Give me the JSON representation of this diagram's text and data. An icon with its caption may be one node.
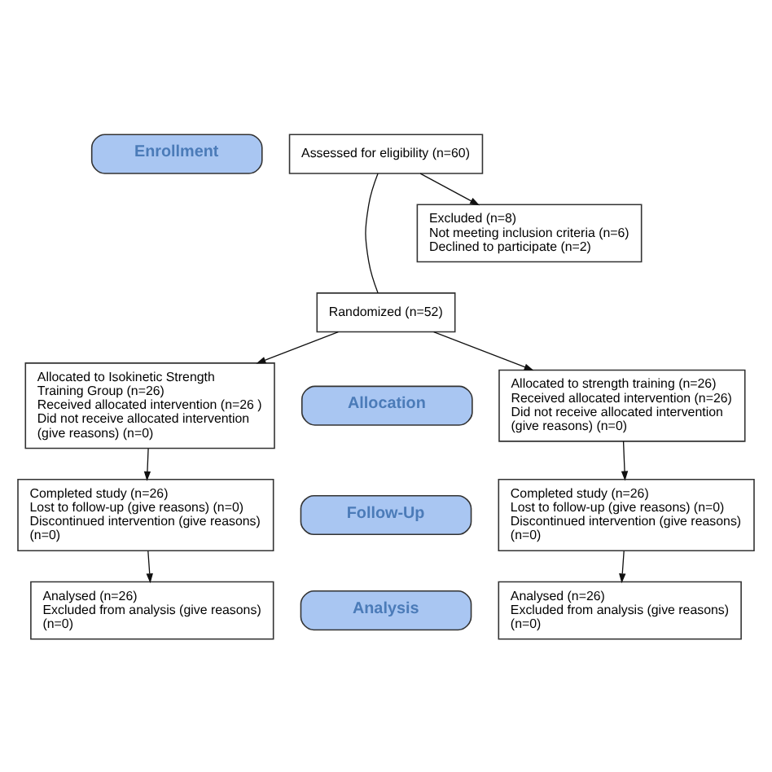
{
  "diagram": {
    "nodes": [
      {
        "text": [
          "Enrollment"
        ]
      },
      {
        "text": [
          "Assessed for eligibility (n=60)"
        ]
      },
      {
        "text": [
          "Excluded (n=8)",
          "Not meeting inclusion criteria (n=6)",
          "Declined to participate (n=2)"
        ]
      },
      {
        "text": [
          "Randomized (n=52)"
        ]
      },
      {
        "text": [
          "Allocation"
        ]
      },
      {
        "text": [
          "Allocated to Isokinetic Strength Training Group (n=26)",
          "Received allocated intervention (n=26 )",
          "Did not receive allocated intervention (give reasons) (n=0)"
        ]
      },
      {
        "text": [
          "Allocated to strength training (n=26)",
          "Received allocated intervention (n=26)",
          "Did not receive allocated intervention (give reasons) (n=0)"
        ]
      },
      {
        "text": [
          "Follow-Up"
        ]
      },
      {
        "text": [
          "Completed study (n=26)",
          "Lost to follow-up (give reasons) (n=0)",
          "Discontinued intervention (give reasons) (n=0)"
        ]
      },
      {
        "text": [
          "Completed study (n=26)",
          "Lost to follow-up (give reasons) (n=0)",
          "Discontinued intervention (give reasons) (n=0)"
        ]
      },
      {
        "text": [
          "Analysis"
        ]
      },
      {
        "text": [
          "Analysed (n=26)",
          "Excluded from analysis (give reasons) (n=0)"
        ]
      },
      {
        "text": [
          "Analysed (n=26)",
          "Excluded from analysis (give reasons) (n=0)"
        ]
      }
    ],
    "edges": [
      {
        "from": 1,
        "to": 2,
        "arrow": "to"
      },
      {
        "from": 1,
        "to": 3,
        "arrow": "none"
      },
      {
        "from": 3,
        "to": 5,
        "arrow": "to"
      },
      {
        "from": 3,
        "to": 6,
        "arrow": "to"
      },
      {
        "from": 5,
        "to": 8,
        "arrow": "to"
      },
      {
        "from": 6,
        "to": 9,
        "arrow": "to"
      },
      {
        "from": 8,
        "to": 11,
        "arrow": "to"
      },
      {
        "from": 9,
        "to": 12,
        "arrow": "to"
      }
    ]
  }
}
